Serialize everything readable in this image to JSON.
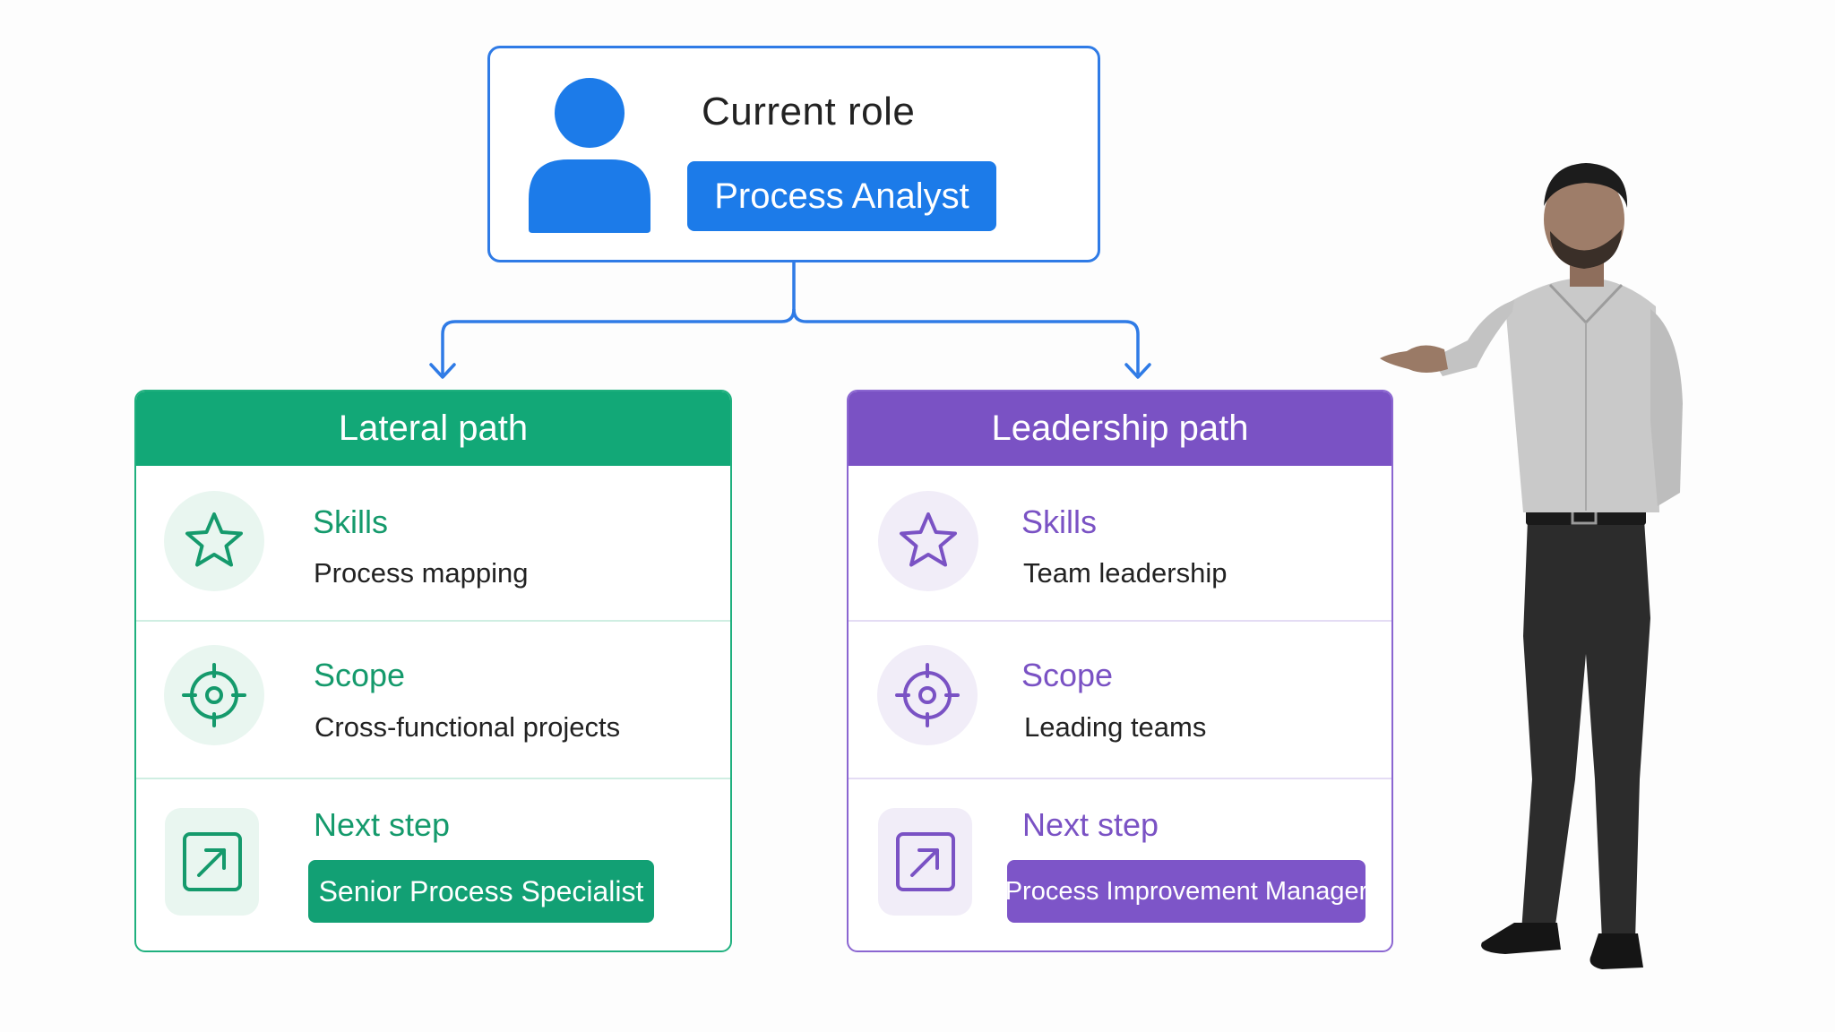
{
  "current_role": {
    "heading": "Current role",
    "role": "Process Analyst"
  },
  "paths": {
    "lateral": {
      "title": "Lateral path",
      "skills_label": "Skills",
      "skills_value": "Process mapping",
      "scope_label": "Scope",
      "scope_value": "Cross-functional projects",
      "next_label": "Next step",
      "next_value": "Senior Process Specialist"
    },
    "leadership": {
      "title": "Leadership path",
      "skills_label": "Skills",
      "skills_value": "Team leadership",
      "scope_label": "Scope",
      "scope_value": "Leading teams",
      "next_label": "Next step",
      "next_value": "Process Improvement Manager"
    }
  },
  "colors": {
    "blue": "#1c7be9",
    "green": "#12a877",
    "purple": "#7a52c4"
  },
  "icons": [
    "user-icon",
    "star-icon",
    "target-icon",
    "arrow-up-right-icon"
  ]
}
